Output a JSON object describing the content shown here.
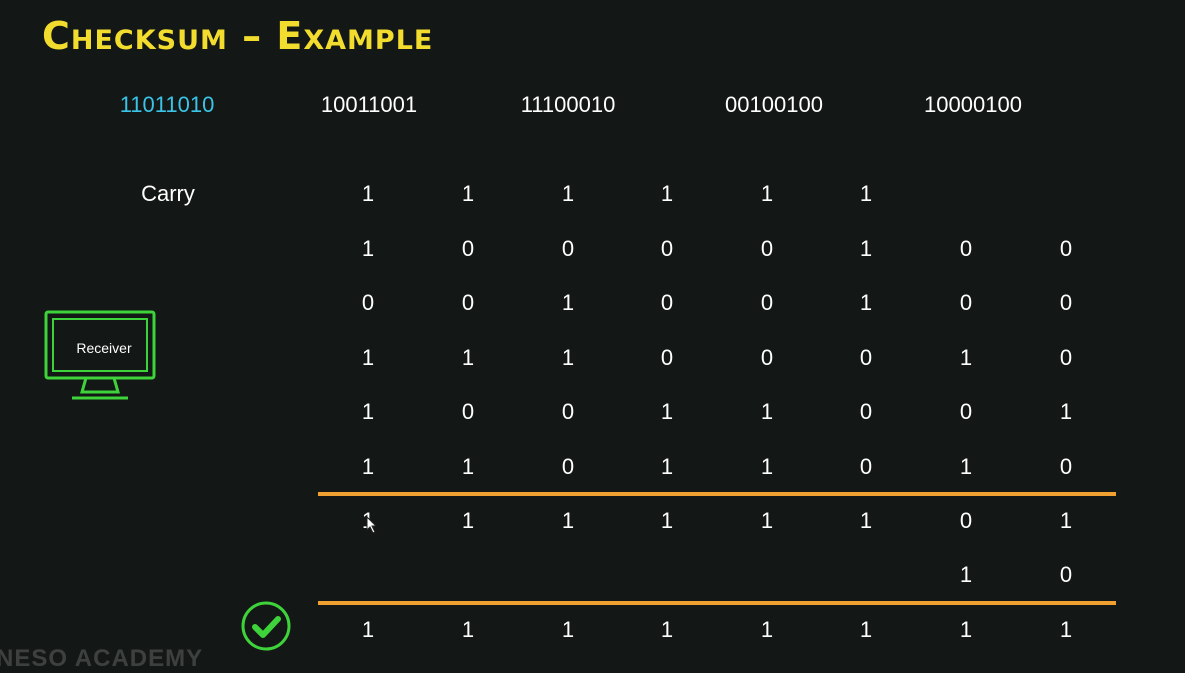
{
  "title": "Checksum – Example",
  "words": [
    "11011010",
    "10011001",
    "11100010",
    "00100100",
    "10000100"
  ],
  "carry_label": "Carry",
  "carry_bits": [
    "1",
    "1",
    "1",
    "1",
    "1",
    "1"
  ],
  "addend_rows": [
    [
      "1",
      "0",
      "0",
      "0",
      "0",
      "1",
      "0",
      "0"
    ],
    [
      "0",
      "0",
      "1",
      "0",
      "0",
      "1",
      "0",
      "0"
    ],
    [
      "1",
      "1",
      "1",
      "0",
      "0",
      "0",
      "1",
      "0"
    ],
    [
      "1",
      "0",
      "0",
      "1",
      "1",
      "0",
      "0",
      "1"
    ],
    [
      "1",
      "1",
      "0",
      "1",
      "1",
      "0",
      "1",
      "0"
    ]
  ],
  "partial_sum": [
    "1",
    "1",
    "1",
    "1",
    "1",
    "1",
    "0",
    "1"
  ],
  "wrap_carry": [
    "1",
    "0"
  ],
  "final_sum": [
    "1",
    "1",
    "1",
    "1",
    "1",
    "1",
    "1",
    "1"
  ],
  "receiver_label": "Receiver",
  "watermark": "NESO ACADEMY",
  "colors": {
    "background": "#131715",
    "title": "#f2dc2e",
    "highlight_word": "#3ac4e8",
    "rule": "#f0a030",
    "receiver": "#3ed33a",
    "check": "#3ed33a"
  },
  "icons": [
    "monitor-icon",
    "check-circle-icon",
    "mouse-cursor-icon"
  ]
}
